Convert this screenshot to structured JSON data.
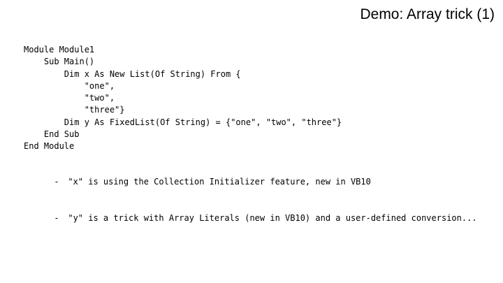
{
  "slide": {
    "title": "Demo: Array trick (1)"
  },
  "code": {
    "language": "vb",
    "lines": [
      "Module Module1",
      "    Sub Main()",
      "        Dim x As New List(Of String) From {",
      "            \"one\",",
      "            \"two\",",
      "            \"three\"}",
      "        Dim y As FixedList(Of String) = {\"one\", \"two\", \"three\"}",
      "    End Sub",
      "End Module"
    ]
  },
  "bullets": {
    "items": [
      {
        "marker": "-",
        "text": "\"x\" is using the Collection Initializer feature, new in VB10"
      },
      {
        "marker": "-",
        "text": "\"y\" is a trick with Array Literals (new in VB10) and a user-defined conversion..."
      }
    ]
  },
  "colors": {
    "background": "#ffffff",
    "text": "#000000"
  }
}
